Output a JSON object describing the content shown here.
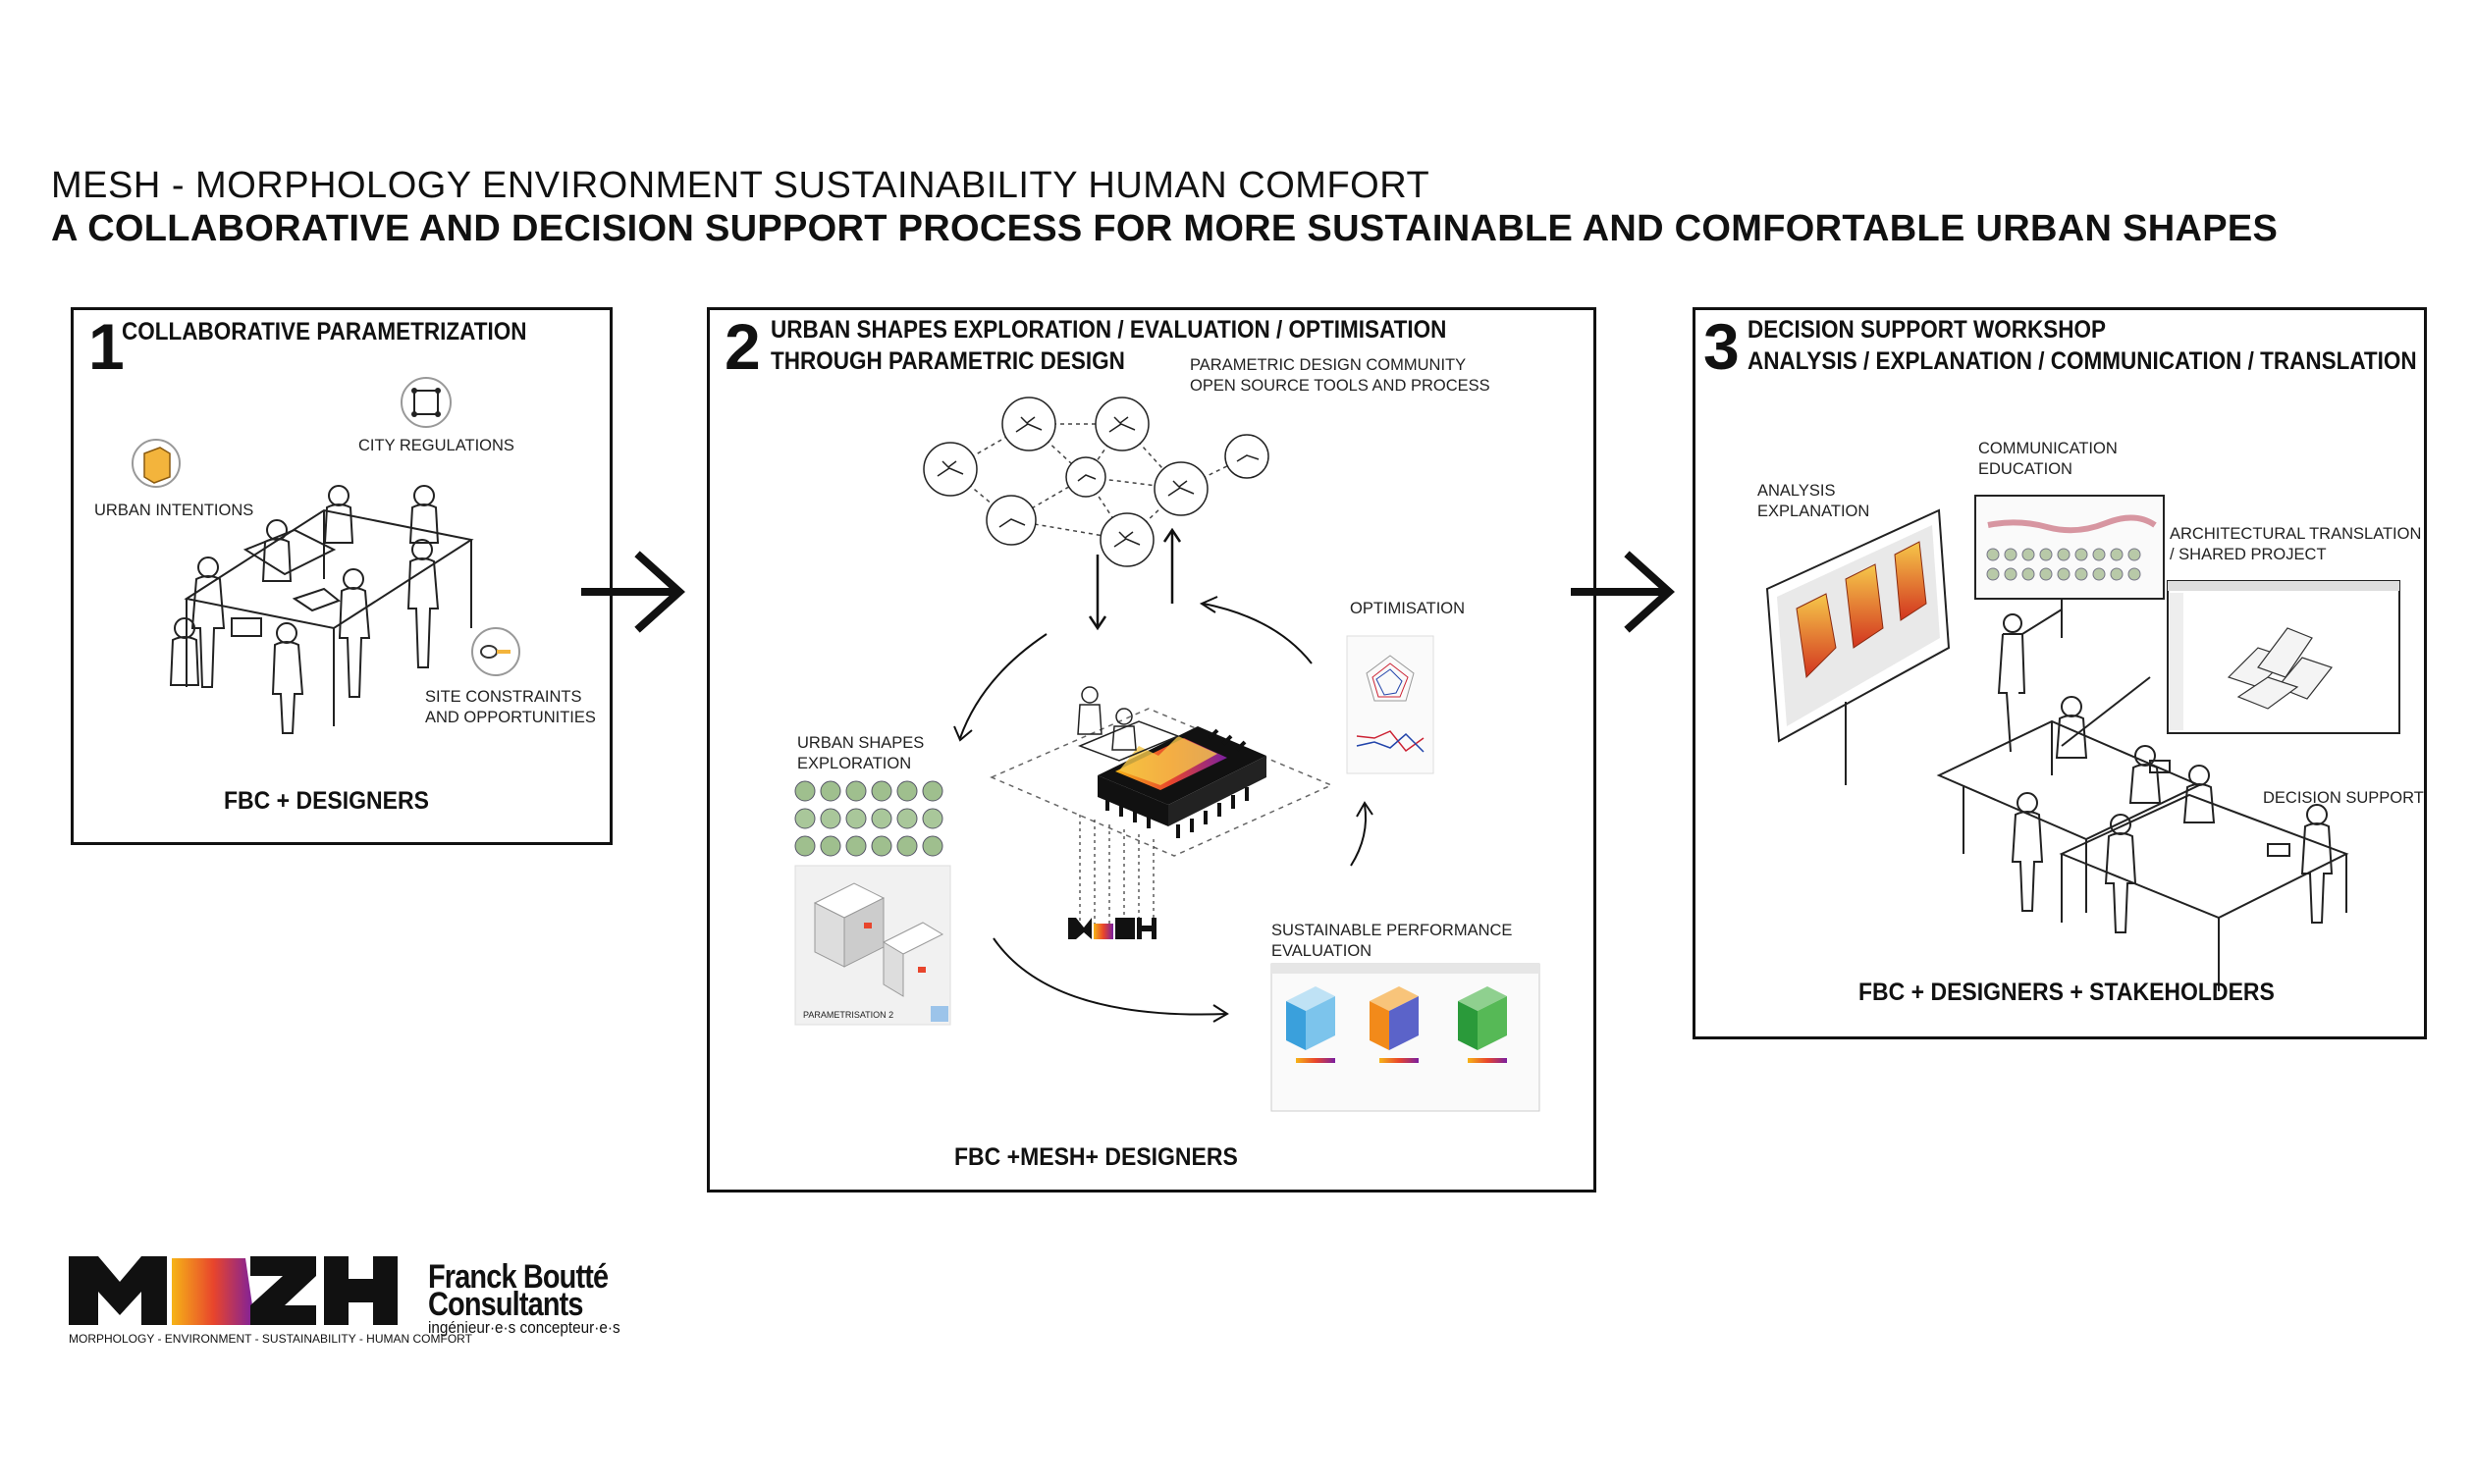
{
  "header": {
    "title": "MESH - MORPHOLOGY ENVIRONMENT SUSTAINABILITY HUMAN COMFORT",
    "subtitle": "A COLLABORATIVE AND DECISION SUPPORT PROCESS FOR MORE SUSTAINABLE AND COMFORTABLE URBAN SHAPES"
  },
  "panel1": {
    "number": "1",
    "title": "COLLABORATIVE PARAMETRIZATION",
    "labels": {
      "urban_intentions": "URBAN INTENTIONS",
      "city_regulations": "CITY REGULATIONS",
      "site_constraints_1": "SITE CONSTRAINTS",
      "site_constraints_2": "AND OPPORTUNITIES"
    },
    "footer": "FBC + DESIGNERS"
  },
  "panel2": {
    "number": "2",
    "title_line1": "URBAN SHAPES EXPLORATION / EVALUATION / OPTIMISATION",
    "title_line2": "THROUGH PARAMETRIC DESIGN",
    "labels": {
      "community_1": "PARAMETRIC DESIGN COMMUNITY",
      "community_2": "OPEN SOURCE TOOLS AND PROCESS",
      "optimisation": "OPTIMISATION",
      "exploration_1": "URBAN SHAPES",
      "exploration_2": "EXPLORATION",
      "evaluation_1": "SUSTAINABLE PERFORMANCE",
      "evaluation_2": "EVALUATION",
      "parametrisation": "PARAMETRISATION 2"
    },
    "footer": "FBC +MESH+ DESIGNERS"
  },
  "panel3": {
    "number": "3",
    "title_line1": "DECISION SUPPORT WORKSHOP",
    "title_line2": "ANALYSIS / EXPLANATION / COMMUNICATION / TRANSLATION",
    "labels": {
      "analysis_1": "ANALYSIS",
      "analysis_2": "EXPLANATION",
      "communication_1": "COMMUNICATION",
      "communication_2": "EDUCATION",
      "translation_1": "ARCHITECTURAL TRANSLATION",
      "translation_2": "/ SHARED PROJECT",
      "decision_support": "DECISION SUPPORT"
    },
    "footer": "FBC + DESIGNERS + STAKEHOLDERS"
  },
  "logos": {
    "mesh_subtitle": "MORPHOLOGY - ENVIRONMENT - SUSTAINABILITY - HUMAN COMFORT",
    "fbc_line1": "Franck Boutté",
    "fbc_line2": "Consultants",
    "fbc_tagline": "ingénieur·e·s concepteur·e·s"
  },
  "colors": {
    "ink": "#111111",
    "mesh_gradient_start": "#f6b417",
    "mesh_gradient_mid": "#e8452c",
    "mesh_gradient_end": "#7a1fa0",
    "heat_orange": "#e8652a",
    "eval_blue": "#3aa0dc",
    "eval_green": "#2a9a3a",
    "eval_orange": "#f28a1a"
  }
}
